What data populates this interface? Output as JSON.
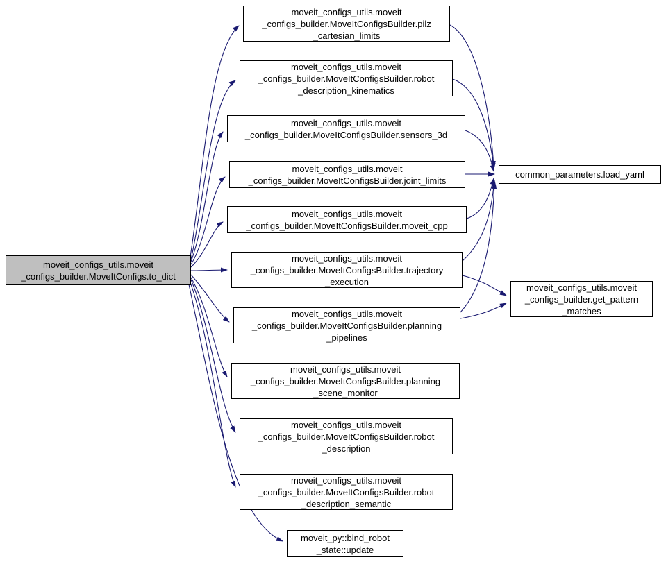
{
  "colors": {
    "edge": "#191970",
    "border": "#000000",
    "fill": "#ffffff",
    "highlight": "#bfbfbf"
  },
  "nodes": [
    {
      "id": "to_dict",
      "label": "moveit_configs_utils.moveit\n_configs_builder.MoveItConfigs.to_dict",
      "highlighted": true
    },
    {
      "id": "pilz_cartesian_limits",
      "label": "moveit_configs_utils.moveit\n_configs_builder.MoveItConfigsBuilder.pilz\n_cartesian_limits"
    },
    {
      "id": "robot_description_kinematics",
      "label": "moveit_configs_utils.moveit\n_configs_builder.MoveItConfigsBuilder.robot\n_description_kinematics"
    },
    {
      "id": "sensors_3d",
      "label": "moveit_configs_utils.moveit\n_configs_builder.MoveItConfigsBuilder.sensors_3d"
    },
    {
      "id": "joint_limits",
      "label": "moveit_configs_utils.moveit\n_configs_builder.MoveItConfigsBuilder.joint_limits"
    },
    {
      "id": "moveit_cpp",
      "label": "moveit_configs_utils.moveit\n_configs_builder.MoveItConfigsBuilder.moveit_cpp"
    },
    {
      "id": "trajectory_execution",
      "label": "moveit_configs_utils.moveit\n_configs_builder.MoveItConfigsBuilder.trajectory\n_execution"
    },
    {
      "id": "planning_pipelines",
      "label": "moveit_configs_utils.moveit\n_configs_builder.MoveItConfigsBuilder.planning\n_pipelines"
    },
    {
      "id": "planning_scene_monitor",
      "label": "moveit_configs_utils.moveit\n_configs_builder.MoveItConfigsBuilder.planning\n_scene_monitor"
    },
    {
      "id": "robot_description",
      "label": "moveit_configs_utils.moveit\n_configs_builder.MoveItConfigsBuilder.robot\n_description"
    },
    {
      "id": "robot_description_semantic",
      "label": "moveit_configs_utils.moveit\n_configs_builder.MoveItConfigsBuilder.robot\n_description_semantic"
    },
    {
      "id": "bind_robot_state_update",
      "label": "moveit_py::bind_robot\n_state::update"
    },
    {
      "id": "load_yaml",
      "label": "common_parameters.load_yaml"
    },
    {
      "id": "get_pattern_matches",
      "label": "moveit_configs_utils.moveit\n_configs_builder.get_pattern\n_matches"
    }
  ],
  "edges": [
    {
      "from": "to_dict",
      "to": "pilz_cartesian_limits"
    },
    {
      "from": "to_dict",
      "to": "robot_description_kinematics"
    },
    {
      "from": "to_dict",
      "to": "sensors_3d"
    },
    {
      "from": "to_dict",
      "to": "joint_limits"
    },
    {
      "from": "to_dict",
      "to": "moveit_cpp"
    },
    {
      "from": "to_dict",
      "to": "trajectory_execution"
    },
    {
      "from": "to_dict",
      "to": "planning_pipelines"
    },
    {
      "from": "to_dict",
      "to": "planning_scene_monitor"
    },
    {
      "from": "to_dict",
      "to": "robot_description"
    },
    {
      "from": "to_dict",
      "to": "robot_description_semantic"
    },
    {
      "from": "to_dict",
      "to": "bind_robot_state_update"
    },
    {
      "from": "pilz_cartesian_limits",
      "to": "load_yaml"
    },
    {
      "from": "robot_description_kinematics",
      "to": "load_yaml"
    },
    {
      "from": "sensors_3d",
      "to": "load_yaml"
    },
    {
      "from": "joint_limits",
      "to": "load_yaml"
    },
    {
      "from": "moveit_cpp",
      "to": "load_yaml"
    },
    {
      "from": "trajectory_execution",
      "to": "load_yaml"
    },
    {
      "from": "planning_pipelines",
      "to": "load_yaml"
    },
    {
      "from": "trajectory_execution",
      "to": "get_pattern_matches"
    },
    {
      "from": "planning_pipelines",
      "to": "get_pattern_matches"
    }
  ]
}
